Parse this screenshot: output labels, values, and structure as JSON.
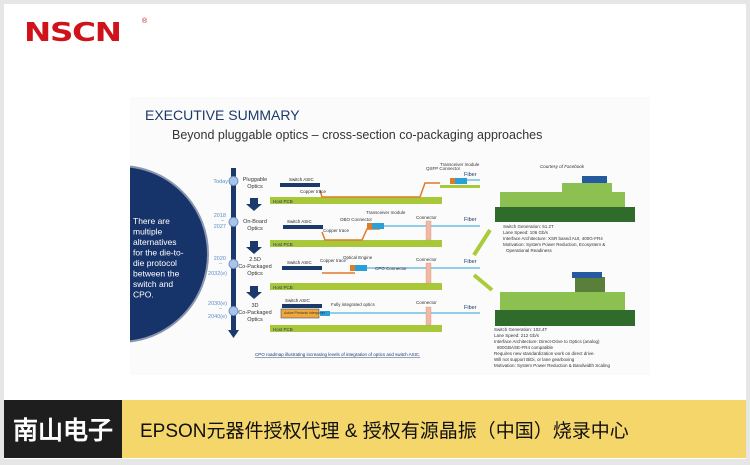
{
  "logo": {
    "text": "NSCN",
    "registered": "®",
    "color": "#d0121b"
  },
  "slide": {
    "title": "EXECUTIVE SUMMARY",
    "subtitle": "Beyond pluggable optics – cross-section co-packaging approaches",
    "callout": [
      "There are",
      "multiple",
      "alternatives",
      "for the die-to-",
      "die protocol",
      "between the",
      "switch and",
      "CPO."
    ],
    "stages": [
      {
        "time": [
          "Today"
        ],
        "name": [
          "Pluggable",
          "Optics"
        ]
      },
      {
        "time": [
          "2018",
          "–",
          "2027"
        ],
        "name": [
          "On-Board",
          "Optics"
        ]
      },
      {
        "time": [
          "2020",
          "–",
          "2032(e)"
        ],
        "name": [
          "2.5D",
          "Co-Packaged",
          "Optics"
        ]
      },
      {
        "time": [
          "2030(e)",
          "–",
          "2040(e)"
        ],
        "name": [
          "3D",
          "Co-Packaged",
          "Optics"
        ]
      }
    ],
    "labels": {
      "switch_asic": "Switch ASIC",
      "host_pcb": "Host PCB",
      "copper_trace": "Copper trace",
      "qsfp": "QSFP Connector",
      "transceiver": "Transceiver module",
      "obo": "OBO Connector",
      "optical_engine": "Optical Engine",
      "cpo_connector": "CPO Connector",
      "connector": "Connector",
      "fiber": "Fiber",
      "fully_integrated": "Fully integrated optics",
      "active_interposer": "Active Photonic Interposer"
    },
    "caption": "CPO roadmap illustrating increasing levels of integration of optics and switch ASIC.",
    "courtesy": "Courtesy of Facebook",
    "panel1_bullets": [
      "Switch Generation: 51.2T",
      "Lane Speed: 106 Gb/s",
      "Interface Architecture: XSR based AUI, 400G-FR4",
      "Motivation: System Power Reduction, Ecosystem &",
      "Operational Readiness"
    ],
    "panel2_bullets": [
      "Switch Generation: 102.4T",
      "Lane Speed: 212 Gb/s",
      "Interface Architecture: Direct-Drive to Optics (analog)",
      "800GBASE-FR4 compatible",
      "Requires new standardization work on direct drive.",
      "Will not support BiDi, or lane gearboxing",
      "Motivation: System Power Reduction & Bandwidth Scaling"
    ],
    "colors": {
      "navy": "#1b3a6b",
      "pcb": "#a8c83a",
      "copper": "#e07b2a",
      "fiber": "#2aa0d8",
      "connector": "#f2b9a0"
    }
  },
  "banner": {
    "brand": "南山电子",
    "text": "EPSON元器件授权代理 & 授权有源晶振（中国）烧录中心",
    "bg": "#f5d66a"
  }
}
